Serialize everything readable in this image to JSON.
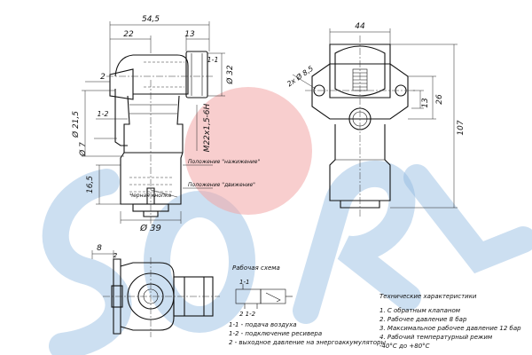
{
  "dimensions": {
    "total_width": "54,5",
    "flange_width": "22",
    "port_width": "13",
    "port_label": "1-1",
    "port_diameter": "Ø 32",
    "flange_offset": "2",
    "shaft_diameter": "Ø 21,5",
    "port_12": "1-2",
    "bore_diameter": "Ø 7",
    "thread": "M22x1,5-6H",
    "stroke": "16,5",
    "base_diameter": "Ø 39",
    "front_width": "44",
    "mount_holes": "2x Ø 8,5",
    "hole_spacing": "13",
    "port_height": "26",
    "total_height": "107",
    "bottom_flange": "8",
    "bottom_ports": "2"
  },
  "labels": {
    "pos_pressed": "Положение \"нажижение\"",
    "pos_moving": "Положение \"движение\"",
    "black_button": "Черная кнопка"
  },
  "scheme": {
    "title": "Рабочая схема",
    "port_top": "1-1",
    "port_bottom": "2 1-2"
  },
  "legend": [
    "1-1 - подача воздуха",
    "1-2 - подключение ресивера",
    "2 - выходное давление на энергоаккумуляторы"
  ],
  "specs": {
    "title": "Технические характеристики",
    "items": [
      "1. С обратным клапаном",
      "2. Рабочее давление 8 бар",
      "3. Максимальное рабочее давление 12 бар",
      "4. Рабочий температурный режим",
      "-40°С до +80°С"
    ]
  },
  "watermark": {
    "text": "SORL",
    "color": "#8fb8e0",
    "accent": "#f3a6a6"
  }
}
